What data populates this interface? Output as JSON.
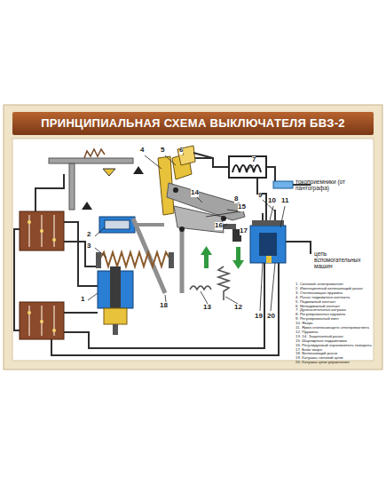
{
  "diagram": {
    "title": "ПРИНЦИПИАЛЬНАЯ СХЕМА ВЫКЛЮЧАТЕЛЯ БВЗ-2",
    "labels": [
      "4",
      "5",
      "6",
      "7",
      "токоприемники (от пантографа)",
      "8",
      "9",
      "10",
      "11",
      "14",
      "15",
      "16",
      "17",
      "2",
      "3",
      "1",
      "18",
      "13",
      "12",
      "19",
      "20",
      "цепь вспомогательных машин",
      "1. Силовой электромагнит",
      "2. Изоляционный включающий рычаг",
      "3. Отключающая пружина",
      "4. Рычаг подвижного контакта",
      "5. Подвижный контакт",
      "6. Неподвижный контакт",
      "7. Дугогасительная катушка",
      "8. Регулировочная пружина",
      "9. Регулировочный винт",
      "10. Якорь",
      "11. Ярмо отключающего электромагнита",
      "12. Пружина",
      "13. 14. Защелочный рычаг",
      "15. Шарнирные подшипники",
      "16. Регулируемый ограничитель поворота",
      "17. Боёк якоря",
      "18. Включающий рычаг",
      "19. Катушка силовой цепи",
      "20. Катушка цепи управления"
    ]
  }
}
